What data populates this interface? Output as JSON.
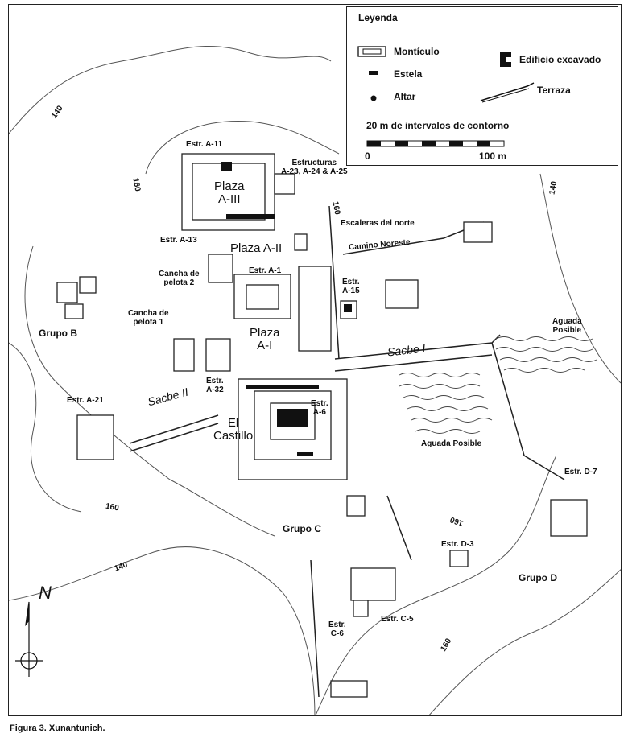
{
  "legend": {
    "title": "Leyenda",
    "mound": "Montículo",
    "stela": "Estela",
    "altar": "Altar",
    "excavated": "Edificio excavado",
    "terrace": "Terraza",
    "contour_note": "20 m de intervalos de contorno",
    "scale_start": "0",
    "scale_end": "100 m"
  },
  "contours": {
    "c140_nw": "140",
    "c160_n": "160",
    "c160_mid": "160",
    "c140_ne": "140",
    "c160_sw": "160",
    "c140_sw": "140",
    "c160_se": "160",
    "c160_s": "160"
  },
  "labels": {
    "estr_a11": "Estr. A-11",
    "estructuras_a23": "Estructuras\nA-23, A-24 & A-25",
    "plaza_a3": "Plaza\nA-III",
    "escaleras": "Escaleras del norte",
    "estr_a13": "Estr. A-13",
    "plaza_a2": "Plaza A-II",
    "camino_noreste": "Camino Noreste",
    "cancha2": "Cancha de\npelota 2",
    "estr_a1": "Estr. A-1",
    "estr_a15": "Estr.\nA-15",
    "cancha1": "Cancha de\npelota 1",
    "plaza_a1": "Plaza\nA-I",
    "aguada_ne": "Aguada\nPosible",
    "sacbe1": "Sacbe I",
    "estr_a32": "Estr.\nA-32",
    "estr_a6": "Estr.\nA-6",
    "sacbe2": "Sacbe II",
    "el_castillo": "El\nCastillo",
    "aguada_mid": "Aguada Posible",
    "estr_a21": "Estr. A-21",
    "estr_d7": "Estr. D-7",
    "estr_d3": "Estr. D-3",
    "grupo_b": "Grupo B",
    "grupo_c": "Grupo C",
    "grupo_d": "Grupo D",
    "estr_c6": "Estr.\nC-6",
    "estr_c5": "Estr. C-5"
  },
  "north_arrow": "N",
  "caption": "Figura 3.  Xunantunich."
}
